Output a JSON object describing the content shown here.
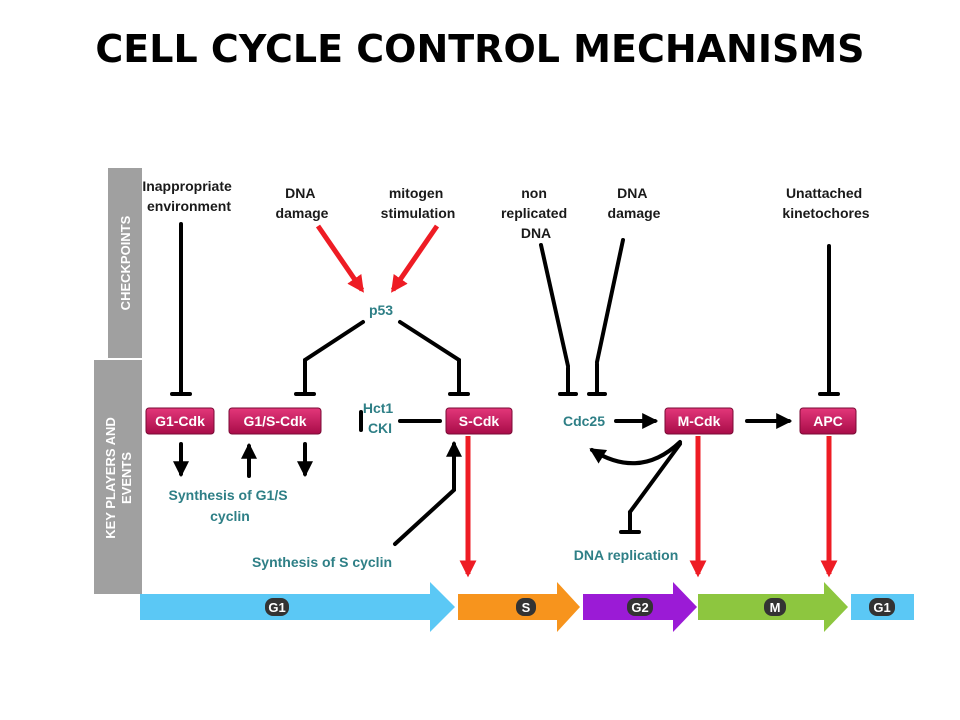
{
  "title": "CELL CYCLE CONTROL MECHANISMS",
  "side_labels": {
    "checkpoints": "CHECKPOINTS",
    "key_players_line1": "KEY PLAYERS AND",
    "key_players_line2": "EVENTS"
  },
  "checkpoints": {
    "inappropriate_env": [
      "Inappropriate",
      "environment"
    ],
    "dna_damage_1": [
      "DNA",
      "damage"
    ],
    "mitogen": [
      "mitogen",
      "stimulation"
    ],
    "non_replicated": [
      "non",
      "replicated",
      "DNA"
    ],
    "dna_damage_2": [
      "DNA",
      "damage"
    ],
    "unattached": [
      "Unattached",
      "kinetochores"
    ]
  },
  "players": {
    "g1_cdk": "G1-Cdk",
    "g1s_cdk": "G1/S-Cdk",
    "s_cdk": "S-Cdk",
    "m_cdk": "M-Cdk",
    "apc": "APC",
    "p53": "p53",
    "hct1": "Hct1",
    "cki": "CKI",
    "cdc25": "Cdc25"
  },
  "events": {
    "g1s_synthesis": [
      "Synthesis of G1/S",
      "cyclin"
    ],
    "s_synthesis": "Synthesis of  S cyclin",
    "dna_replication": "DNA replication"
  },
  "phases": [
    "G1",
    "S",
    "G2",
    "M",
    "G1"
  ],
  "colors": {
    "cdk_box": "#d0145f",
    "apc_box": "#cc1a4a",
    "side_band": "#a0a0a0",
    "inhibit_arrow": "#000000",
    "activate_arrow": "#ee1c24",
    "teal_text": "#2e7f86",
    "phase_g1": "#5bc8f5",
    "phase_s": "#f7941d",
    "phase_g2": "#9b1bd6",
    "phase_m": "#8dc63f"
  }
}
